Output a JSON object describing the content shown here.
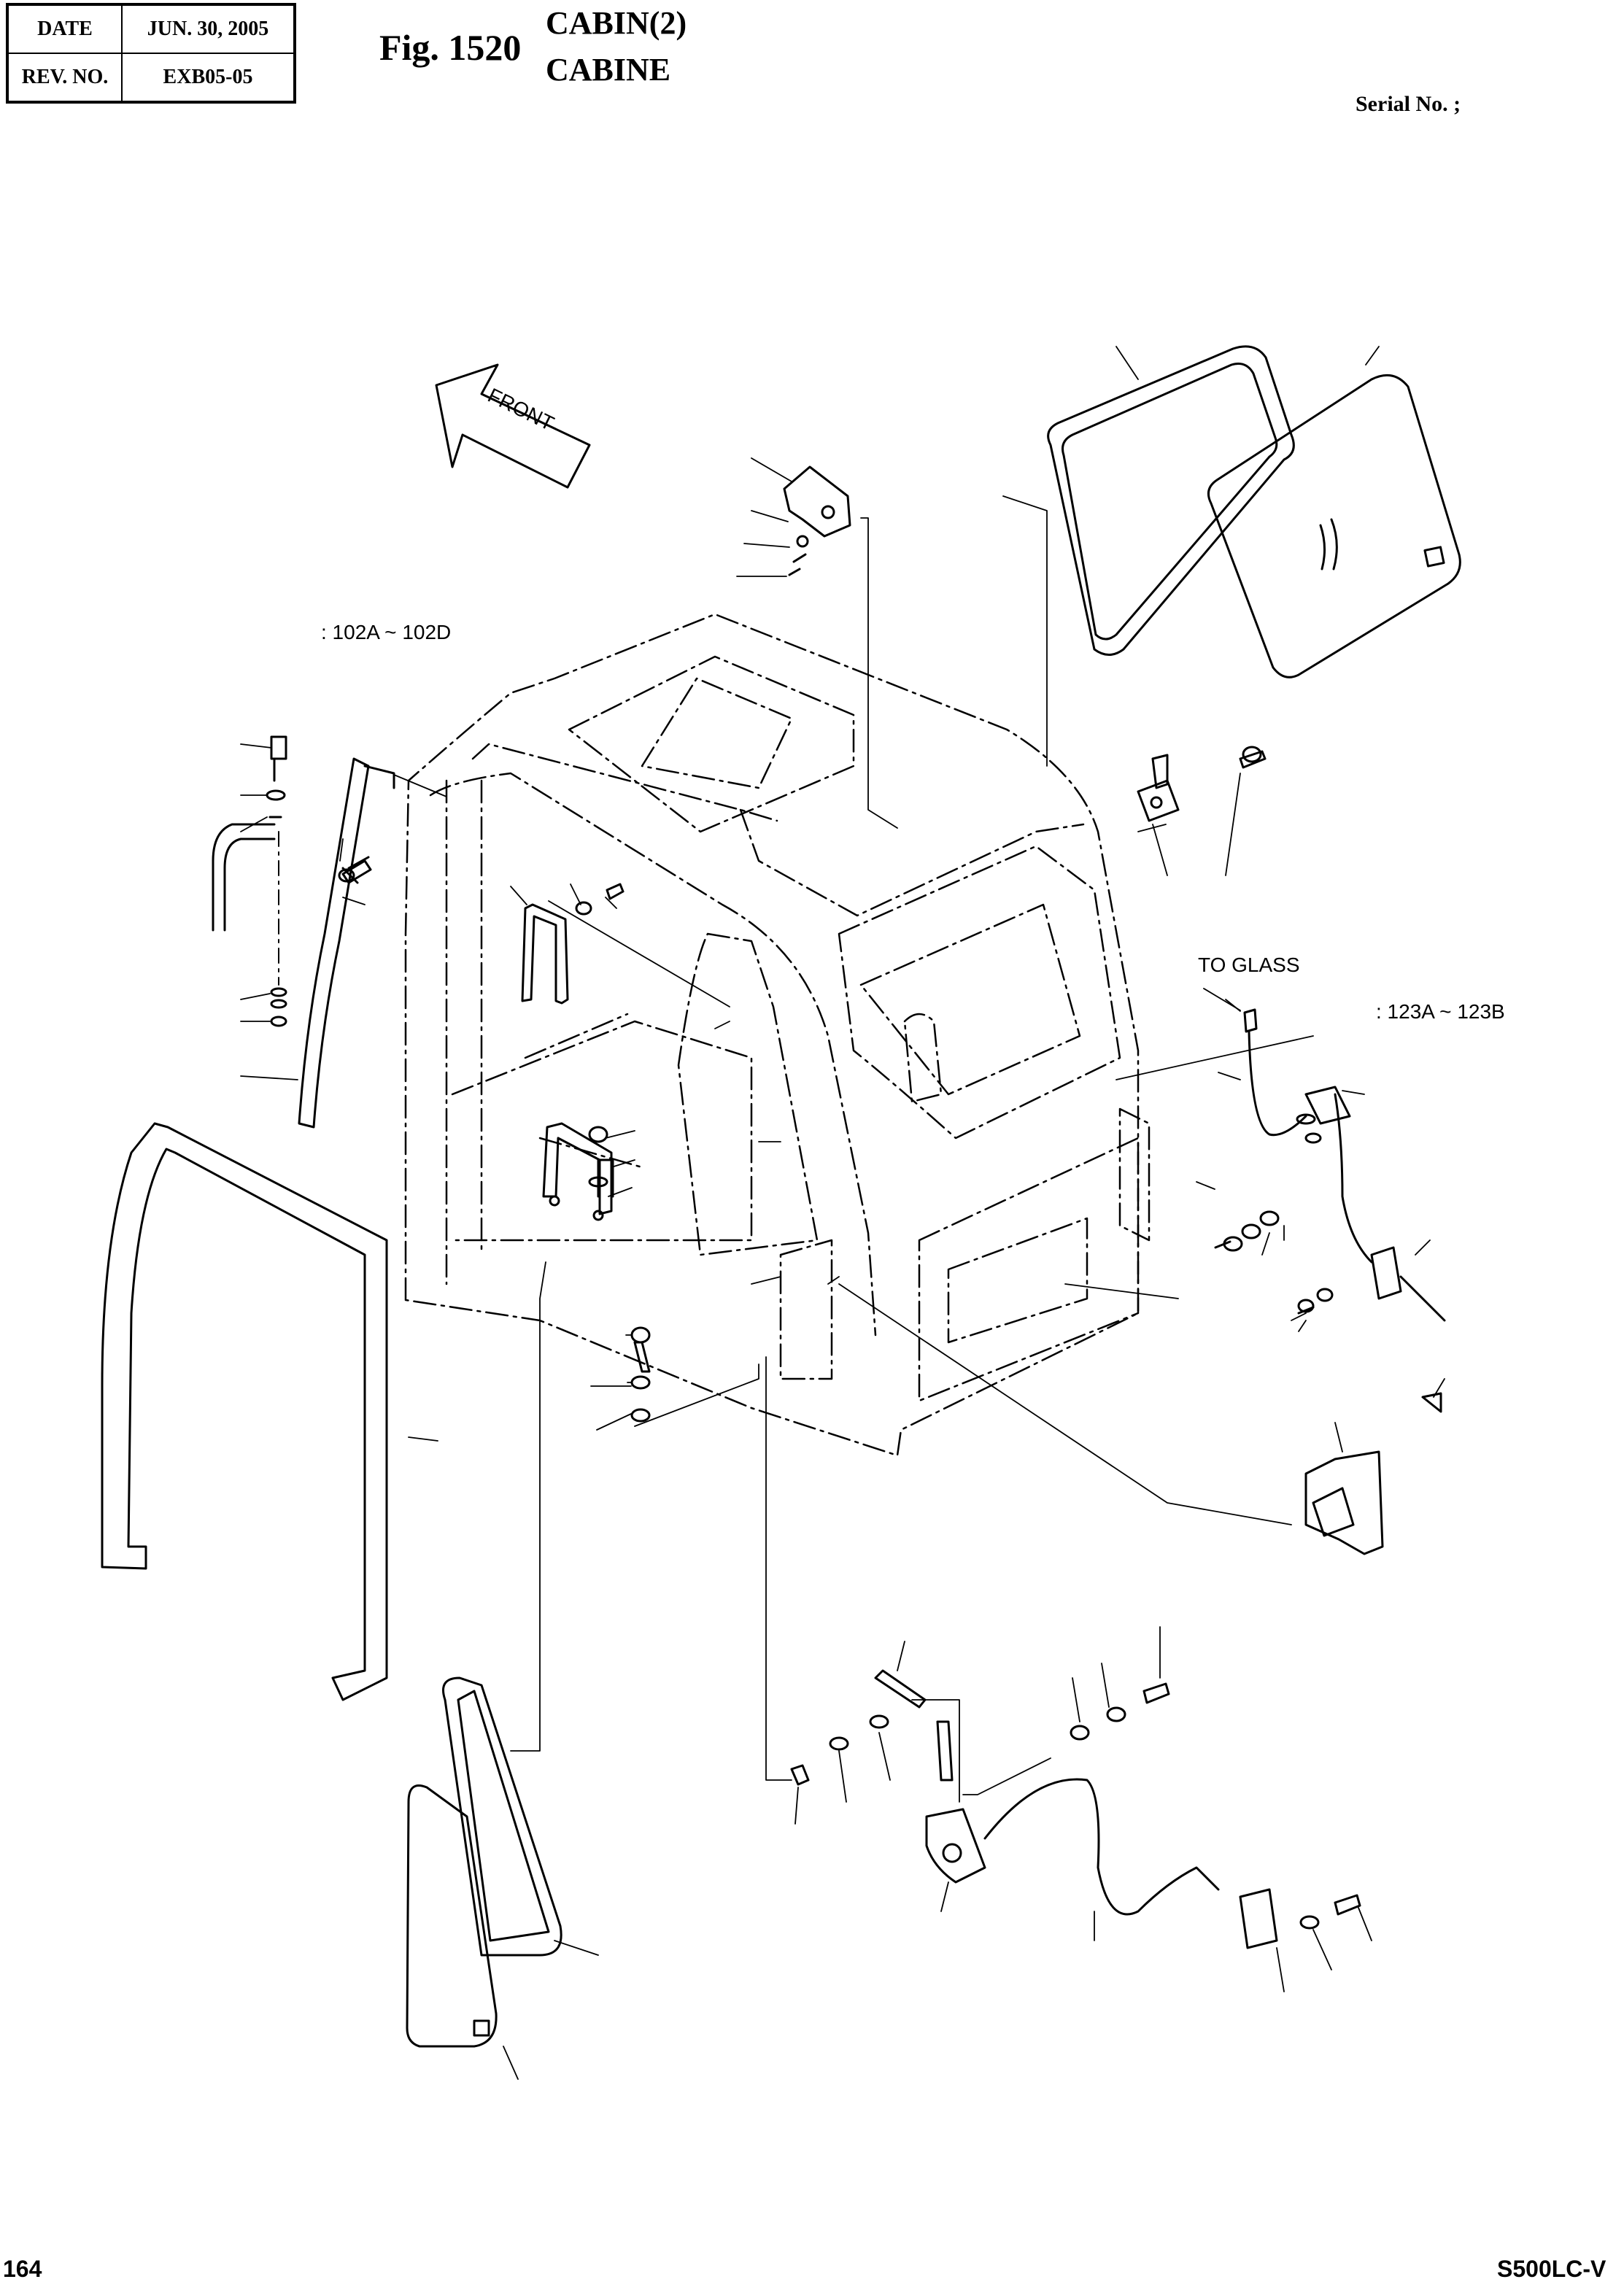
{
  "header": {
    "date_label": "DATE",
    "date_value": "JUN. 30, 2005",
    "rev_label": "REV. NO.",
    "rev_value": "EXB05-05"
  },
  "figure": {
    "number": "Fig. 1520",
    "title_en": "CABIN(2)",
    "title_fr": "CABINE"
  },
  "serial": "Serial No. ;",
  "annotations": {
    "front": "FRONT",
    "range_102": ": 102A ~ 102D",
    "to_glass": "TO GLASS",
    "range_123": ": 123A ~ 123B"
  },
  "footer": {
    "page": "164",
    "model": "S500LC-V"
  }
}
